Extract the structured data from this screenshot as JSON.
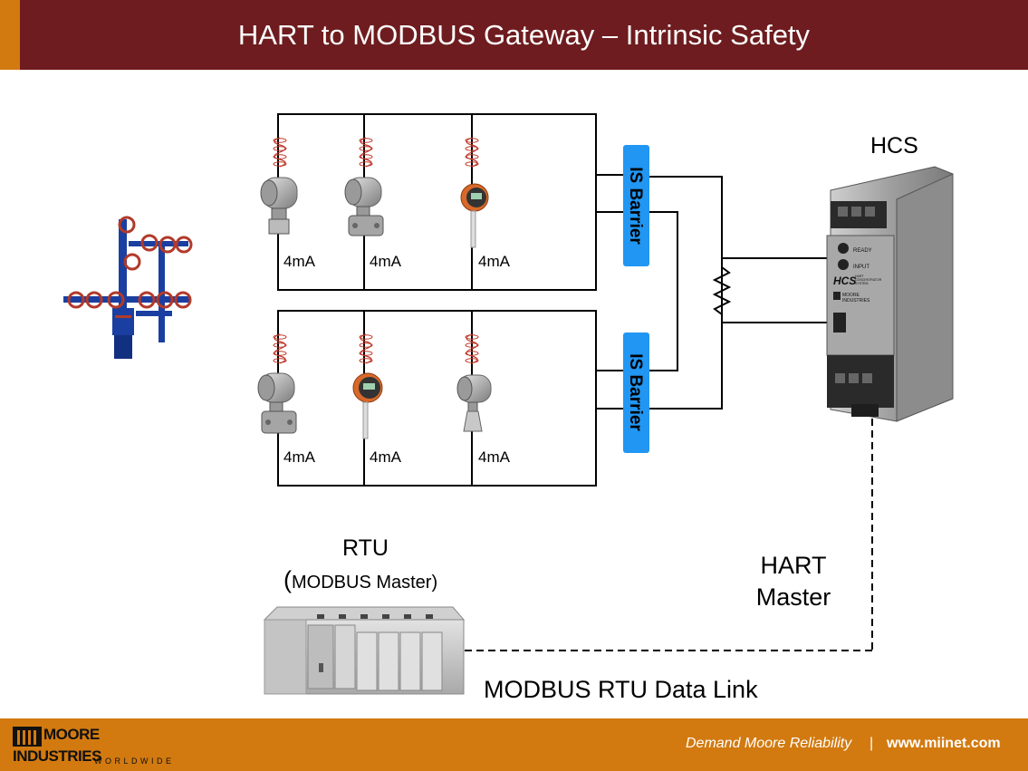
{
  "header": {
    "title": "HART to MODBUS Gateway – Intrinsic Safety"
  },
  "diagram": {
    "group_top": {
      "signals": [
        "4mA",
        "4mA",
        "4mA"
      ]
    },
    "group_bottom": {
      "signals": [
        "4mA",
        "4mA",
        "4mA"
      ]
    },
    "barriers": [
      {
        "label": "IS Barrier"
      },
      {
        "label": "IS Barrier"
      }
    ],
    "hcs": {
      "title": "HCS",
      "leds": [
        "READY",
        "INPUT"
      ],
      "brand": "HCS",
      "description": [
        "HART",
        "CONCENTRATOR",
        "SYSTEM"
      ],
      "maker": [
        "MOORE",
        "INDUSTRIES"
      ]
    },
    "rtu": {
      "title": "RTU",
      "subtitle_paren_open": "(",
      "subtitle": "MODBUS Master)"
    },
    "hart_master": {
      "line1": "HART",
      "line2": "Master"
    },
    "data_link": "MODBUS RTU Data Link",
    "colors": {
      "barrier": "#2196f3",
      "wellhead": "#1b3fa0",
      "valve": "#b23a2a",
      "wire": "#000000",
      "hart_signal": "#c0392b"
    }
  },
  "footer": {
    "logo": {
      "moore": "MOORE",
      "industries": "INDUSTRIES",
      "worldwide": "WORLDWIDE"
    },
    "slogan": "Demand Moore Reliability",
    "separator": "|",
    "url": "www.miinet.com"
  }
}
